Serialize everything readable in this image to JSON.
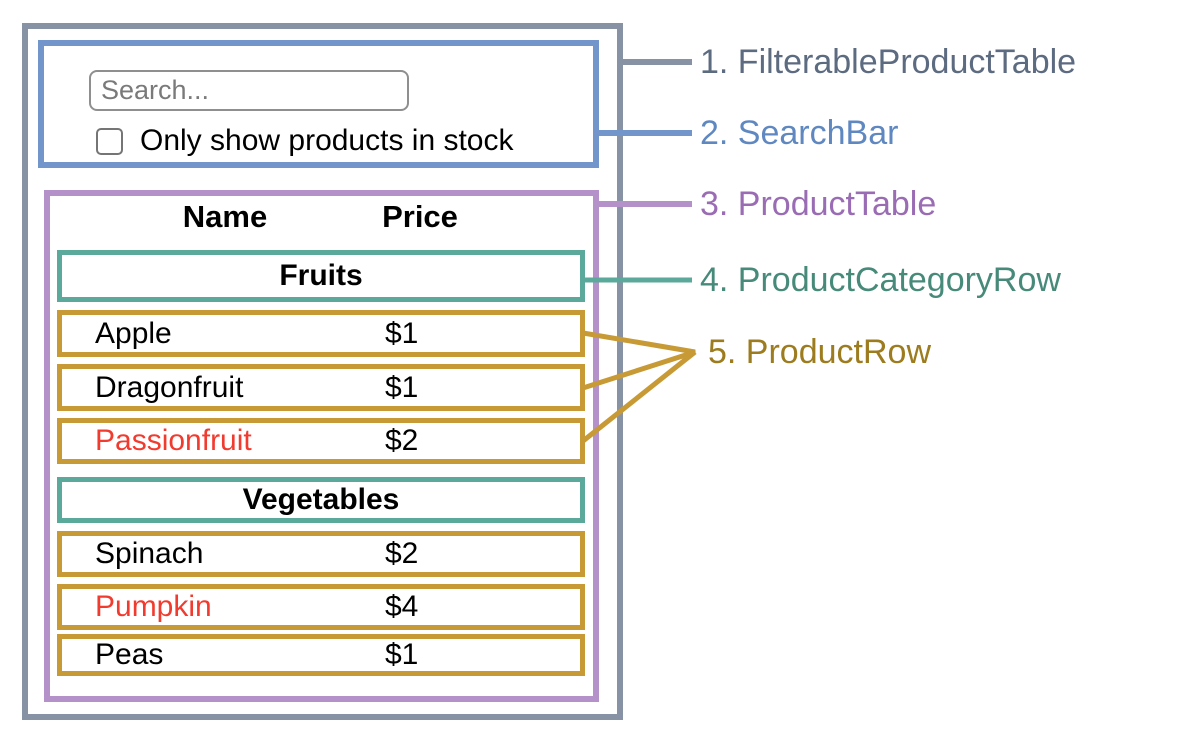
{
  "colors": {
    "filterable_product_table_border": "#8792a4",
    "search_bar_border": "#7295cc",
    "product_table_border": "#b491c8",
    "product_category_row_border": "#5aa99a",
    "product_row_border": "#c79a35",
    "out_of_stock_text": "#f23b2f",
    "in_stock_text": "#000000"
  },
  "search_bar": {
    "input_placeholder": "Search...",
    "input_value": "",
    "checkbox_label": "Only show products in stock"
  },
  "product_table": {
    "headers": {
      "name": "Name",
      "price": "Price"
    },
    "sections": [
      {
        "category": "Fruits",
        "rows": [
          {
            "name": "Apple",
            "price": "$1",
            "name_color": "#000000"
          },
          {
            "name": "Dragonfruit",
            "price": "$1",
            "name_color": "#000000"
          },
          {
            "name": "Passionfruit",
            "price": "$2",
            "name_color": "#f23b2f"
          }
        ]
      },
      {
        "category": "Vegetables",
        "rows": [
          {
            "name": "Spinach",
            "price": "$2",
            "name_color": "#000000"
          },
          {
            "name": "Pumpkin",
            "price": "$4",
            "name_color": "#f23b2f"
          },
          {
            "name": "Peas",
            "price": "$1",
            "name_color": "#000000"
          }
        ]
      }
    ]
  },
  "legend": [
    {
      "text": "1. FilterableProductTable",
      "color": "#5d6b80"
    },
    {
      "text": "2. SearchBar",
      "color": "#5f88c1"
    },
    {
      "text": "3. ProductTable",
      "color": "#9a6cb4"
    },
    {
      "text": "4. ProductCategoryRow",
      "color": "#478a79"
    },
    {
      "text": "5. ProductRow",
      "color": "#9c7c1e"
    }
  ]
}
